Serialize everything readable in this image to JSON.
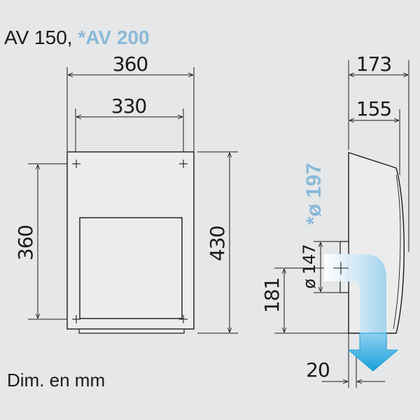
{
  "header": {
    "models_prefix": "AV 150, ",
    "models_accent": "*AV 200"
  },
  "front_view": {
    "dim_outer_width": "360",
    "dim_inner_width": "330",
    "dim_inner_height": "360",
    "dim_total_height": "430"
  },
  "side_view": {
    "dim_depth_outer": "173",
    "dim_depth_inner": "155",
    "dim_diameter_alt": "*ø 197",
    "dim_diameter": "ø 147",
    "dim_outlet_height": "181",
    "dim_offset": "20"
  },
  "footer": {
    "units_note": "Dim. en mm"
  },
  "colors": {
    "background": "#e6e7e8",
    "unit_fill": "#ececed",
    "line": "#1a1a1a",
    "accent": "#8ab9d8",
    "arrow": "#24a9dd"
  }
}
